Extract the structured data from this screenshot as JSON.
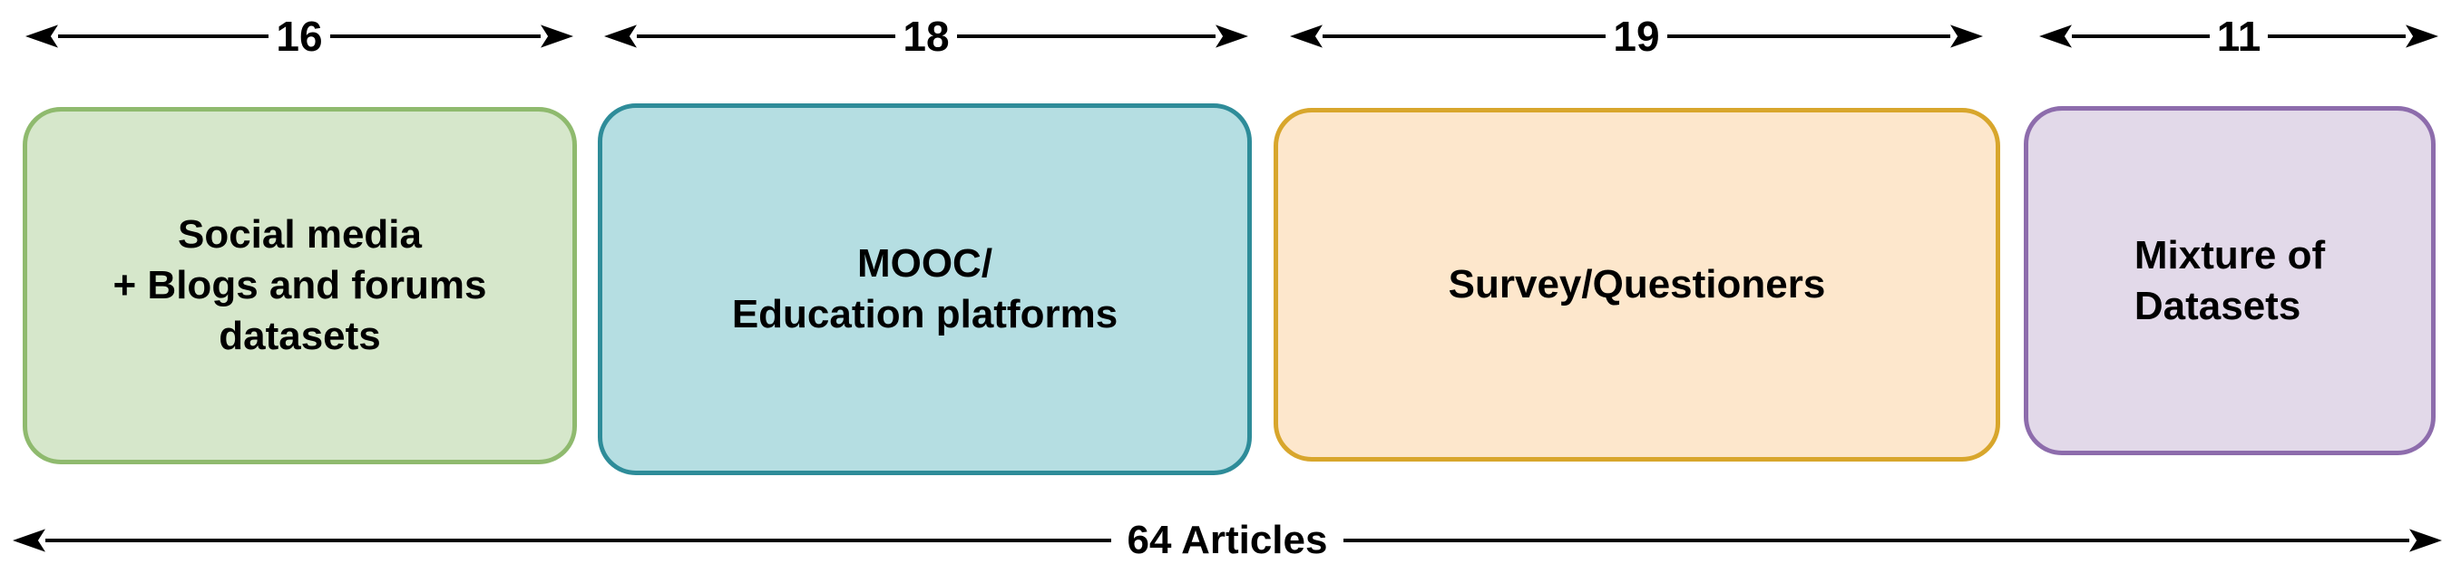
{
  "figure": {
    "background": "#ffffff",
    "arrow_color": "#000000",
    "text_color": "#000000",
    "bottom_arrow": {
      "label": "64 Articles"
    },
    "groups": [
      {
        "count": "16",
        "label_lines": [
          "Social media",
          "+ Blogs and forums",
          "datasets"
        ],
        "fill": "#d6e7cb",
        "border": "#8fba6e"
      },
      {
        "count": "18",
        "label_lines": [
          "MOOC/",
          "Education platforms"
        ],
        "fill": "#b5dee2",
        "border": "#2e8c99"
      },
      {
        "count": "19",
        "label_lines": [
          "Survey/Questioners"
        ],
        "fill": "#fde7cc",
        "border": "#d8a62c"
      },
      {
        "count": "11",
        "label_lines": [
          "Mixture of",
          "Datasets"
        ],
        "fill": "#e2d9e9",
        "border": "#8d6cac"
      }
    ]
  }
}
